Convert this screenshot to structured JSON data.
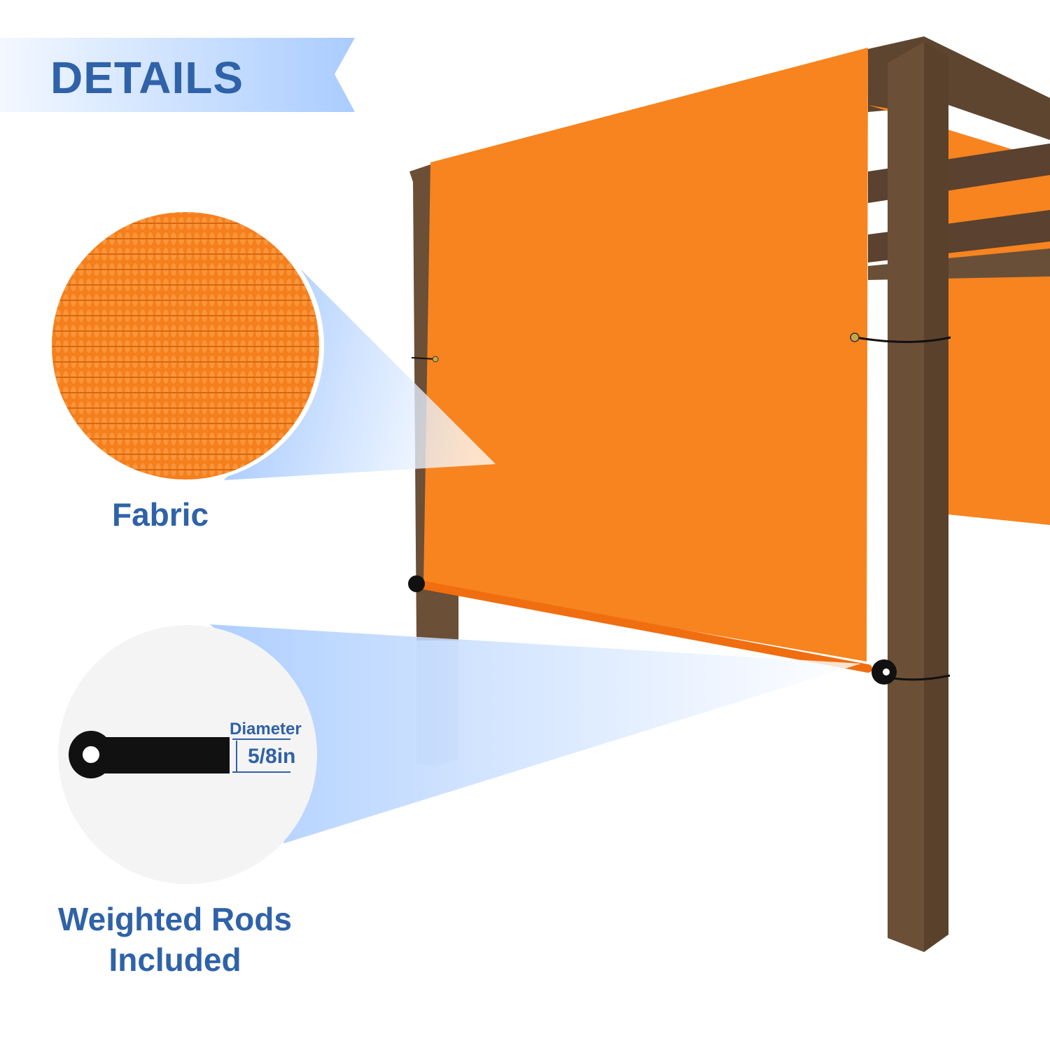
{
  "banner": {
    "title": "DETAILS"
  },
  "callouts": {
    "fabric": {
      "label": "Fabric"
    },
    "rods": {
      "label_line1": "Weighted Rods",
      "label_line2": "Included",
      "diameter_label": "Diameter",
      "diameter_value": "5/8in"
    }
  },
  "colors": {
    "accent": "#2f62a8",
    "fabric": "#f7841f",
    "wood": "#6b4f36",
    "banner": "#b9d6ff"
  }
}
